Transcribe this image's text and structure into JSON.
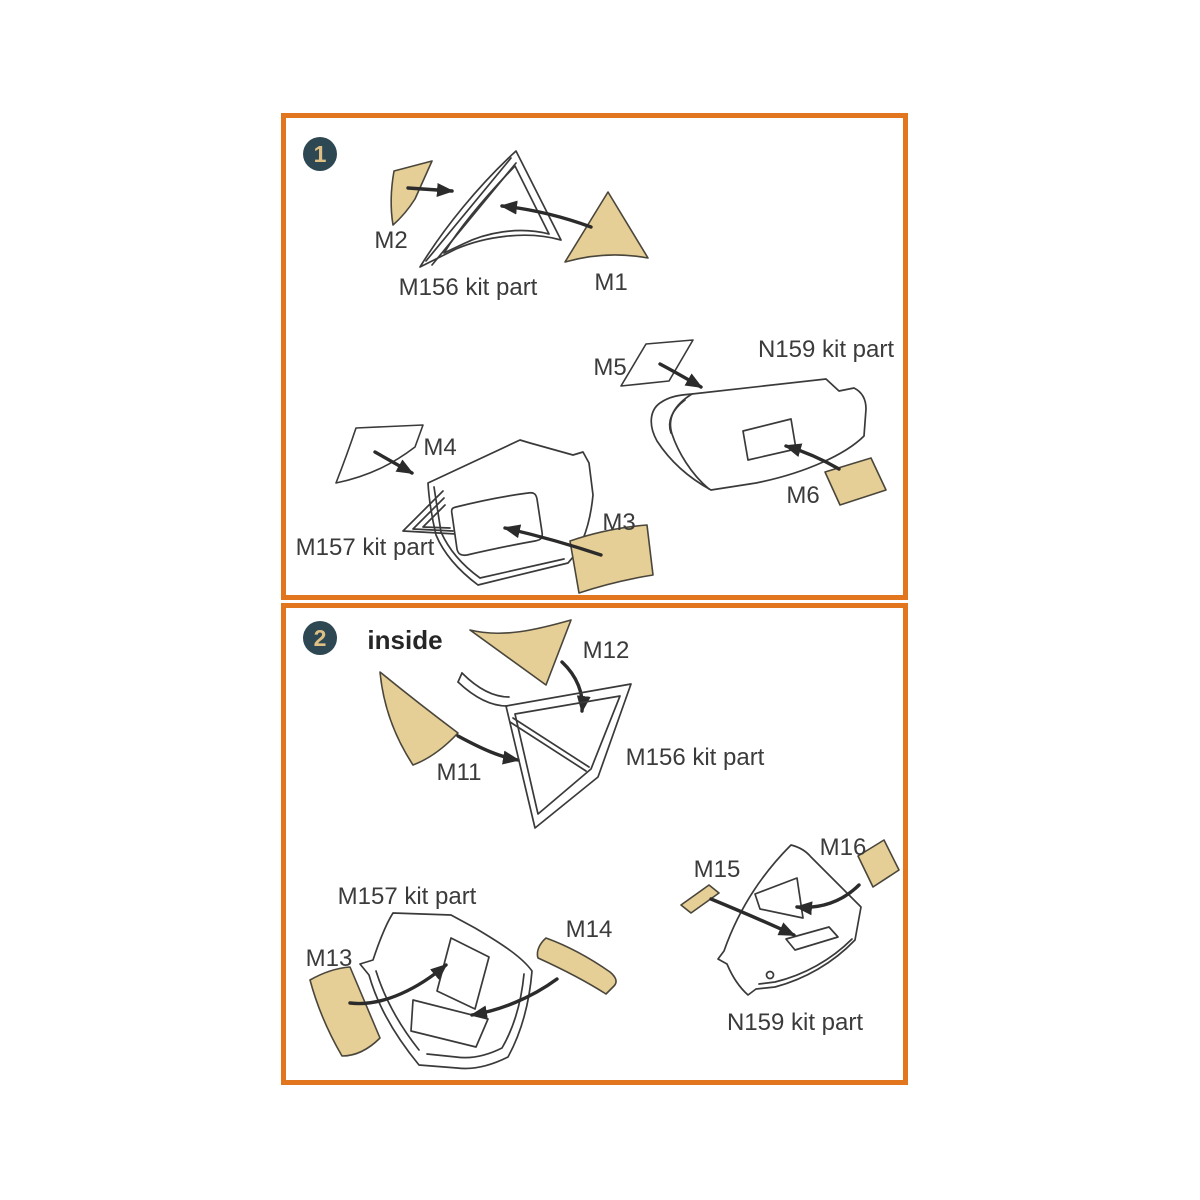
{
  "colors": {
    "panel_border": "#e2761f",
    "mask_fill": "#e5cf96",
    "mask_stroke": "#4a463c",
    "line_art": "#3a3a3a",
    "arrow": "#2b2b2b",
    "label_text": "#3b3b3b",
    "badge_bg": "#2d4753",
    "badge_text": "#dfc084",
    "background": "#ffffff"
  },
  "panel1": {
    "badge": "1",
    "masks": {
      "m1": "M1",
      "m2": "M2",
      "m3": "M3",
      "m4": "M4",
      "m5": "M5",
      "m6": "M6"
    },
    "kit_parts": {
      "m156": "M156 kit part",
      "m157": "M157 kit part",
      "n159": "N159 kit part"
    }
  },
  "panel2": {
    "badge": "2",
    "note": "inside",
    "masks": {
      "m11": "M11",
      "m12": "M12",
      "m13": "M13",
      "m14": "M14",
      "m15": "M15",
      "m16": "M16"
    },
    "kit_parts": {
      "m156": "M156 kit part",
      "m157": "M157 kit part",
      "n159": "N159 kit part"
    }
  }
}
